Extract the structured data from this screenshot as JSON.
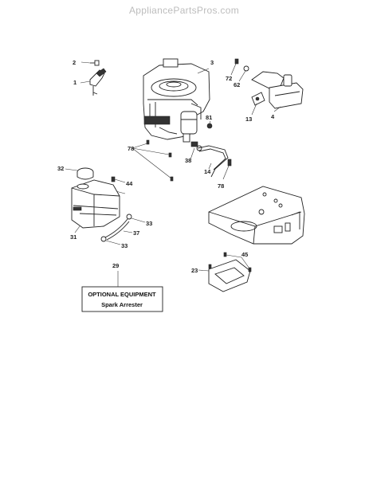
{
  "watermark": "AppliancePartsPros.com",
  "callouts": {
    "c1": "1",
    "c2": "2",
    "c3": "3",
    "c4": "4",
    "c14": "14",
    "c23": "23",
    "c29": "29",
    "c31": "31",
    "c32": "32",
    "c33a": "33",
    "c33b": "33",
    "c37": "37",
    "c38": "38",
    "c44": "44",
    "c45a": "45",
    "c45b": "45",
    "c62": "62",
    "c72": "72",
    "c78a": "78",
    "c78b": "78",
    "c81": "81",
    "c13": "13"
  },
  "optional_box": {
    "title": "OPTIONAL EQUIPMENT",
    "item": "Spark Arrester"
  }
}
